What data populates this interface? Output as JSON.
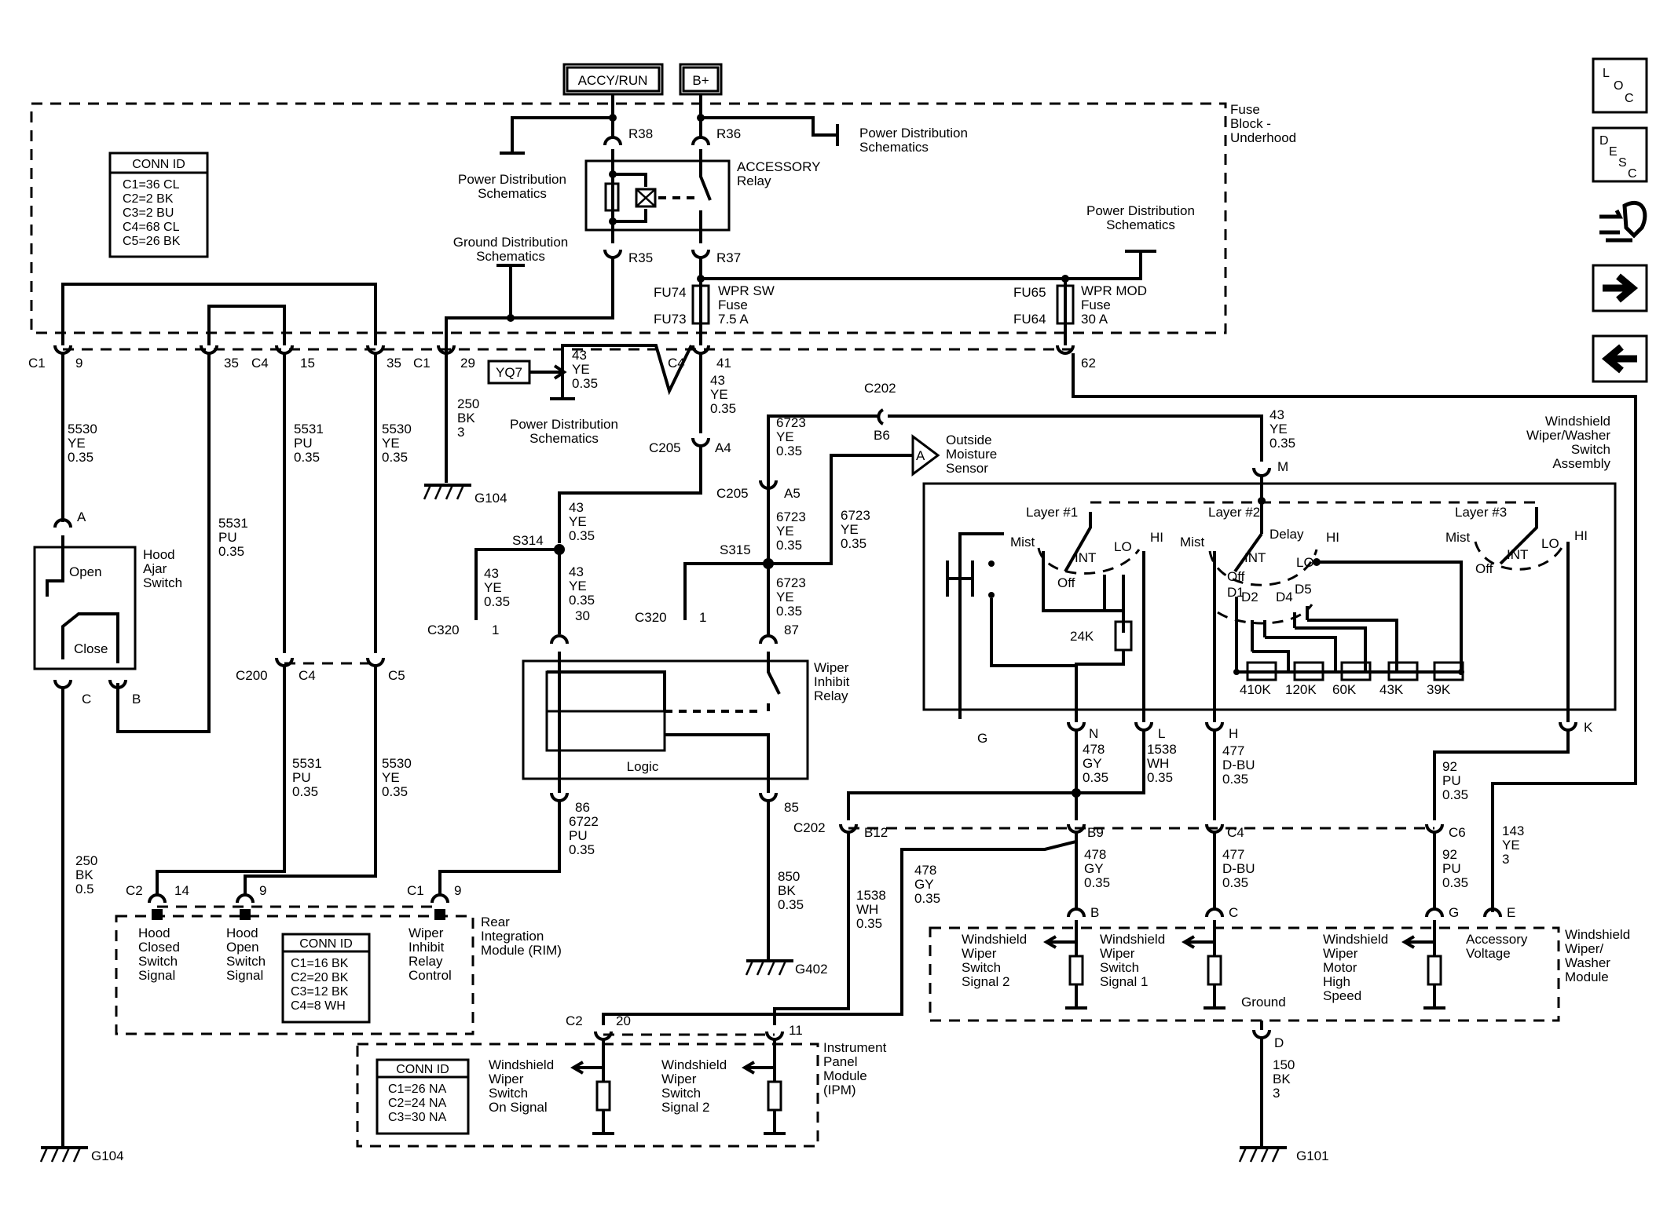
{
  "power": {
    "accy_run": "ACCY/RUN",
    "bplus": "B+"
  },
  "fuse_block": {
    "title_1": "Fuse",
    "title_2": "Block -",
    "title_3": "Underhood"
  },
  "nav": {
    "loc": [
      "L",
      "O",
      "C"
    ],
    "desc": [
      "D",
      "E",
      "S",
      "C"
    ]
  },
  "conn_fuse": {
    "title": "CONN ID",
    "rows": [
      "C1=36 CL",
      "C2=2 BK",
      "C3=2 BU",
      "C4=68 CL",
      "C5=26 BK"
    ]
  },
  "conn_rim": {
    "title": "CONN ID",
    "rows": [
      "C1=16 BK",
      "C2=20 BK",
      "C3=12 BK",
      "C4=8 WH"
    ]
  },
  "conn_ipm": {
    "title": "CONN ID",
    "rows": [
      "C1=26 NA",
      "C2=24 NA",
      "C3=30 NA"
    ]
  },
  "labels": {
    "pds": [
      "Power Distribution",
      "Schematics"
    ],
    "gds": [
      "Ground Distribution",
      "Schematics"
    ],
    "relay": [
      "ACCESSORY",
      "Relay"
    ],
    "r38": "R38",
    "r36": "R36",
    "r35": "R35",
    "r37": "R37",
    "fu74": "FU74",
    "fu73": "FU73",
    "fu65": "FU65",
    "fu64": "FU64",
    "wpr_sw": [
      "WPR SW",
      "Fuse",
      "7.5 A"
    ],
    "wpr_mod": [
      "WPR MOD",
      "Fuse",
      "30 A"
    ],
    "c1": "C1",
    "c2": "C2",
    "c4": "C4",
    "c5": "C5",
    "c6": "C6",
    "p9": "9",
    "p35": "35",
    "p15": "15",
    "p29": "29",
    "p41": "41",
    "p62": "62",
    "p14": "14",
    "p20": "20",
    "p11": "11",
    "p30": "30",
    "p87": "87",
    "p86": "86",
    "p85": "85",
    "p1": "1",
    "yq7": "YQ7",
    "c202": "C202",
    "b6": "B6",
    "c205": "C205",
    "a4": "A4",
    "a5": "A5",
    "s314": "S314",
    "s315": "S315",
    "c320": "C320",
    "c200": "C200",
    "b12": "B12",
    "b9": "B9",
    "pinA": "A",
    "pinB": "B",
    "pinC": "C",
    "pinD": "D",
    "pinE": "E",
    "pinG": "G",
    "pinH": "H",
    "pinK": "K",
    "pinL": "L",
    "pinM": "M",
    "pinN": "N",
    "g104": "G104",
    "g402": "G402",
    "g101": "G101",
    "oms": [
      "Outside",
      "Moisture",
      "Sensor"
    ],
    "oms_pin": "A",
    "hood": [
      "Hood",
      "Ajar",
      "Switch"
    ],
    "open": "Open",
    "close": "Close",
    "wir": [
      "Wiper",
      "Inhibit",
      "Relay"
    ],
    "logic": "Logic",
    "wws": [
      "Windshield",
      "Wiper/Washer",
      "Switch",
      "Assembly"
    ],
    "layer1": "Layer #1",
    "layer2": "Layer #2",
    "layer3": "Layer #3",
    "mist": "Mist",
    "int": "INT",
    "lo": "LO",
    "hi": "HI",
    "off": "Off",
    "delay": "Delay",
    "d1": "D1",
    "d2": "D2",
    "d4": "D4",
    "d5": "D5",
    "r24k": "24K",
    "r410k": "410K",
    "r120k": "120K",
    "r60k": "60K",
    "r43k": "43K",
    "r39k": "39K",
    "rim": [
      "Rear",
      "Integration",
      "Module (RIM)"
    ],
    "rim_sig1": [
      "Hood",
      "Closed",
      "Switch",
      "Signal"
    ],
    "rim_sig2": [
      "Hood",
      "Open",
      "Switch",
      "Signal"
    ],
    "rim_sig3": [
      "Wiper",
      "Inhibit",
      "Relay",
      "Control"
    ],
    "ipm": [
      "Instrument",
      "Panel",
      "Module",
      "(IPM)"
    ],
    "ipm_sig1": [
      "Windshield",
      "Wiper",
      "Switch",
      "On Signal"
    ],
    "ipm_sig2": [
      "Windshield",
      "Wiper",
      "Switch",
      "Signal 2"
    ],
    "wwm": [
      "Windshield",
      "Wiper/",
      "Washer",
      "Module"
    ],
    "wwm_sig1": [
      "Windshield",
      "Wiper",
      "Switch",
      "Signal 2"
    ],
    "wwm_sig2": [
      "Windshield",
      "Wiper",
      "Switch",
      "Signal 1"
    ],
    "wwm_sig3": [
      "Windshield",
      "Wiper",
      "Motor",
      "High",
      "Speed"
    ],
    "wwm_sig4": [
      "Accessory",
      "Voltage"
    ],
    "ground": "Ground"
  },
  "wires": {
    "w5530a": [
      "5530",
      "YE",
      "0.35"
    ],
    "w5531a": [
      "5531",
      "PU",
      "0.35"
    ],
    "w5530b": [
      "5530",
      "YE",
      "0.35"
    ],
    "w5531b": [
      "5531",
      "PU",
      "0.35"
    ],
    "w5531c": [
      "5531",
      "PU",
      "0.35"
    ],
    "w5530c": [
      "5530",
      "YE",
      "0.35"
    ],
    "w250a": [
      "250",
      "BK",
      "3"
    ],
    "w250b": [
      "250",
      "BK",
      "0.5"
    ],
    "w43a": [
      "43",
      "YE",
      "0.35"
    ],
    "w43b": [
      "43",
      "YE",
      "0.35"
    ],
    "w43c": [
      "43",
      "YE",
      "0.35"
    ],
    "w43d": [
      "43",
      "YE",
      "0.35"
    ],
    "w43e": [
      "43",
      "YE",
      "0.35"
    ],
    "w43f": [
      "43",
      "YE",
      "0.35"
    ],
    "w6723a": [
      "6723",
      "YE",
      "0.35"
    ],
    "w6723b": [
      "6723",
      "YE",
      "0.35"
    ],
    "w6723c": [
      "6723",
      "YE",
      "0.35"
    ],
    "w6723d": [
      "6723",
      "YE",
      "0.35"
    ],
    "w6722": [
      "6722",
      "PU",
      "0.35"
    ],
    "w850": [
      "850",
      "BK",
      "0.35"
    ],
    "w1538a": [
      "1538",
      "WH",
      "0.35"
    ],
    "w1538b": [
      "1538",
      "WH",
      "0.35"
    ],
    "w478a": [
      "478",
      "GY",
      "0.35"
    ],
    "w478b": [
      "478",
      "GY",
      "0.35"
    ],
    "w478c": [
      "478",
      "GY",
      "0.35"
    ],
    "w477a": [
      "477",
      "D-BU",
      "0.35"
    ],
    "w477b": [
      "477",
      "D-BU",
      "0.35"
    ],
    "w92a": [
      "92",
      "PU",
      "0.35"
    ],
    "w92b": [
      "92",
      "PU",
      "0.35"
    ],
    "w143": [
      "143",
      "YE",
      "3"
    ],
    "w150": [
      "150",
      "BK",
      "3"
    ]
  }
}
